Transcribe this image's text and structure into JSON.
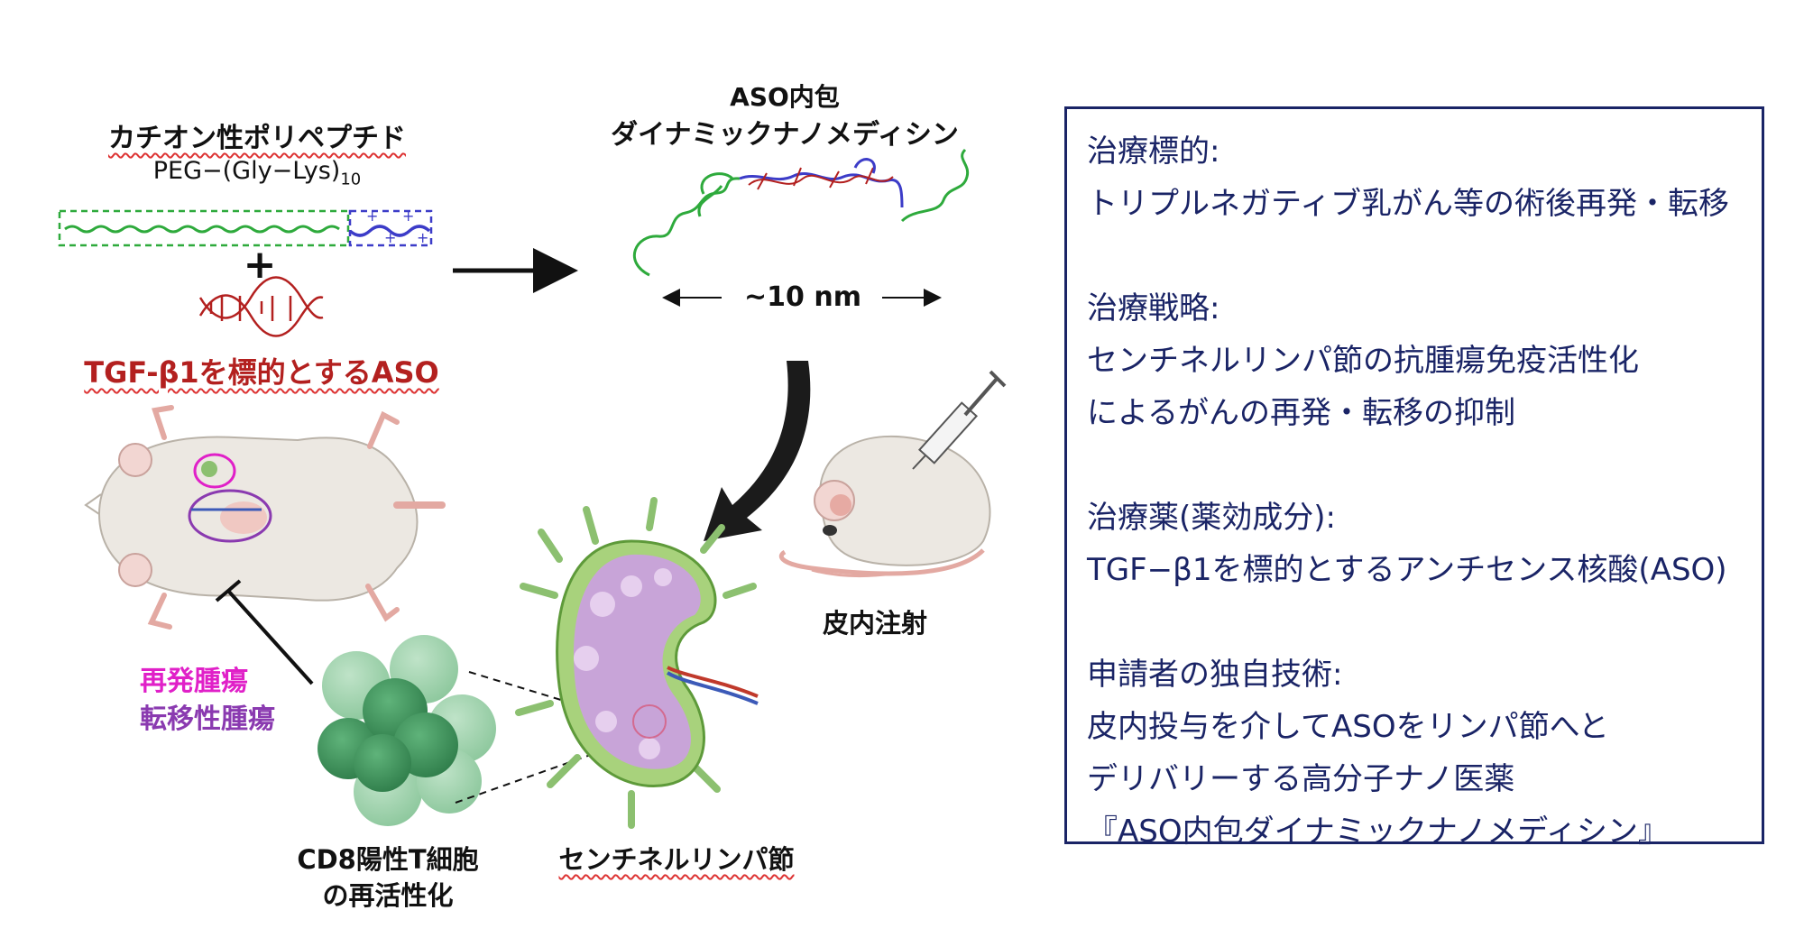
{
  "polymer": {
    "name": "カチオン性ポリペプチド",
    "formula": "PEG−(Gly−Lys)",
    "subscript": "10",
    "plus_sign": "+",
    "charge_marks": [
      "+",
      "+",
      "+",
      "+"
    ]
  },
  "aso_label": "TGF-β1を標的とするASO",
  "nanomed": {
    "line1": "ASO内包",
    "line2": "ダイナミックナノメディシン",
    "size": "~10 nm"
  },
  "labels": {
    "injection": "皮内注射",
    "recurrence": "再発腫瘍",
    "metastasis": "転移性腫瘍",
    "tcell_line1": "CD8陽性T細胞",
    "tcell_line2": "の再活性化",
    "lymph_node": "センチネルリンパ節"
  },
  "panel": {
    "lines": [
      "治療標的:",
      "トリプルネガティブ乳がん等の術後再発・転移",
      "",
      "治療戦略:",
      "センチネルリンパ節の抗腫瘍免疫活性化",
      "によるがんの再発・転移の抑制",
      "",
      "治療薬(薬効成分):",
      "TGF−β1を標的とするアンチセンス核酸(ASO)",
      "",
      "申請者の独自技術:",
      "皮内投与を介してASOをリンパ節へと",
      "デリバリーする高分子ナノ医薬",
      "『ASO内包ダイナミックナノメディシン』"
    ]
  },
  "colors": {
    "peg_green": "#2eaa3c",
    "lys_blue": "#3c3cc8",
    "aso_red": "#b3201f",
    "recurrence_magenta": "#e020c8",
    "metastasis_purple": "#8a3ab0",
    "panel_navy": "#1a2466"
  },
  "icons": [
    "mouse-supine-icon",
    "mouse-resting-icon",
    "syringe-icon",
    "lymph-node-icon",
    "tcell-cluster-icon",
    "dna-helix-icon",
    "arrow-right-icon",
    "curved-arrow-icon",
    "inhibition-line-icon"
  ]
}
